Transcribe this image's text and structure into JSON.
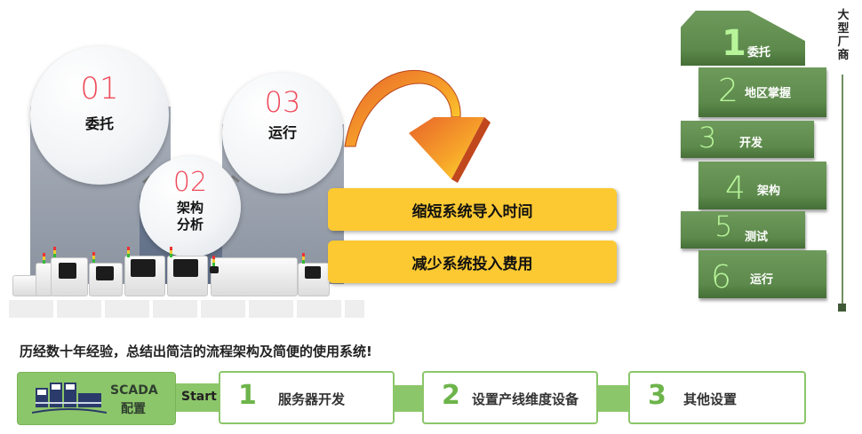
{
  "circles": [
    {
      "num": "01",
      "label": "委托"
    },
    {
      "num": "02",
      "label_line1": "架构",
      "label_line2": "分析"
    },
    {
      "num": "03",
      "label": "运行"
    }
  ],
  "benefits": [
    "缩短系统导入时间",
    "减少系统投入费用"
  ],
  "ribbon": {
    "title": [
      "大",
      "型",
      "厂",
      "商"
    ],
    "steps": [
      {
        "num": "1",
        "label": "委托"
      },
      {
        "num": "2",
        "label": "地区掌握"
      },
      {
        "num": "3",
        "label": "开发"
      },
      {
        "num": "4",
        "label": "架构"
      },
      {
        "num": "5",
        "label": "测试"
      },
      {
        "num": "6",
        "label": "运行"
      }
    ]
  },
  "tagline": "历经数十年经验，总结出简洁的流程架构及简便的使用系统!",
  "flow": {
    "scada_line1": "SCADA",
    "scada_line2": "配置",
    "start_label": "Start",
    "steps": [
      {
        "num": "1",
        "label": "服务器开发"
      },
      {
        "num": "2",
        "label": "设置产线维度设备"
      },
      {
        "num": "3",
        "label": "其他设置"
      }
    ]
  },
  "colors": {
    "circle_number": "#ef4a5a",
    "benefit_box": "#fcc932",
    "ribbon_green": "#5d8a4c",
    "flow_green": "#8cc66a",
    "step_number_green": "#6db44a"
  }
}
